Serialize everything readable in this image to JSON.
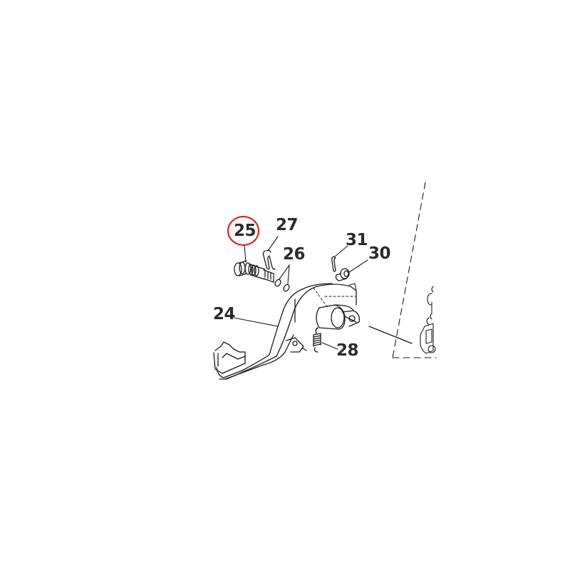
{
  "diagram": {
    "type": "exploded-parts-diagram",
    "subject": "brake pedal assembly",
    "highlight_color": "#e0161b",
    "text_color": "#2b2b2b",
    "line_color": "#1a1a1a",
    "highlighted_part": "25",
    "callouts": [
      {
        "id": "25",
        "label": "25",
        "part": "pivot bolt",
        "highlighted": true
      },
      {
        "id": "27",
        "label": "27",
        "part": "hair clip / retaining pin",
        "highlighted": false
      },
      {
        "id": "26",
        "label": "26",
        "part": "o-rings",
        "highlighted": false
      },
      {
        "id": "31",
        "label": "31",
        "part": "cotter pin",
        "highlighted": false
      },
      {
        "id": "30",
        "label": "30",
        "part": "washer",
        "highlighted": false
      },
      {
        "id": "24",
        "label": "24",
        "part": "brake pedal",
        "highlighted": false
      },
      {
        "id": "28",
        "label": "28",
        "part": "return spring",
        "highlighted": false
      }
    ]
  }
}
